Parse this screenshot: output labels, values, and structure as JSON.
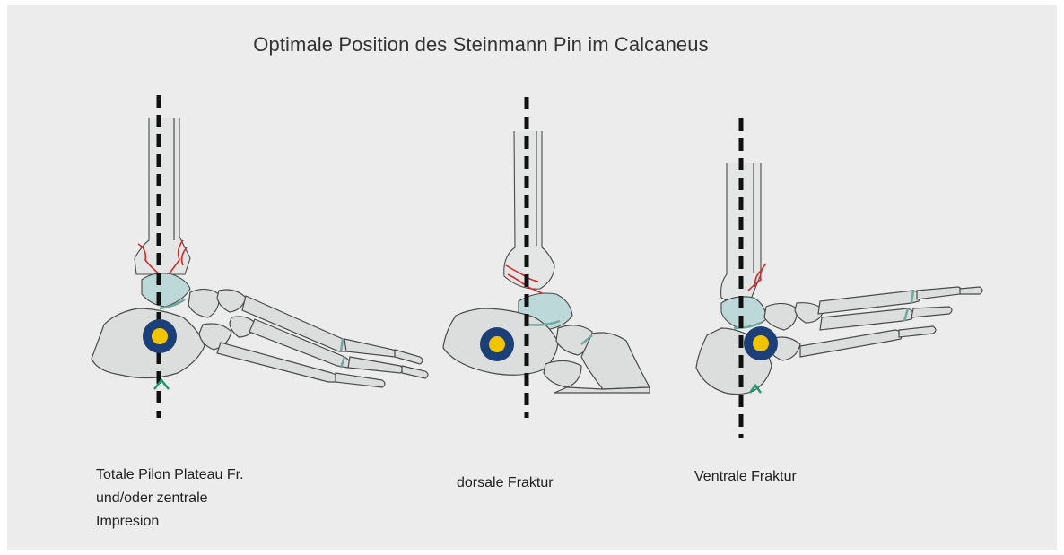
{
  "title": "Optimale Position des Steinmann Pin im Calcaneus",
  "figures": [
    {
      "caption_lines": [
        "Totale Pilon Plateau Fr.",
        "und/oder zentrale",
        "Impresion"
      ]
    },
    {
      "caption_lines": [
        "dorsale Fraktur"
      ]
    },
    {
      "caption_lines": [
        "Ventrale Fraktur"
      ]
    }
  ],
  "colors": {
    "background": "#ececec",
    "bone_fill": "#dcdddd",
    "bone_outline": "#4a4a4a",
    "talus_highlight": "#bcd8d8",
    "fracture_lines": "#d42a2a",
    "axis_line": "#111111",
    "pin_ring": "#1c3f78",
    "pin_center": "#f2c400",
    "marker": "#1e9a6a"
  }
}
